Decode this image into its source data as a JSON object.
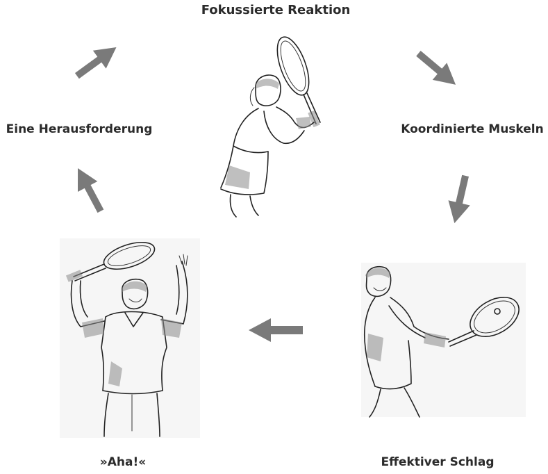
{
  "diagram": {
    "steps": {
      "top": "Fokussierte Reaktion",
      "right": "Koordinierte Muskeln",
      "bottom_right": "Effektiver Schlag",
      "bottom_left": "»Aha!«",
      "left": "Eine Herausforderung"
    },
    "arrow_color": "#7a7a7a"
  }
}
